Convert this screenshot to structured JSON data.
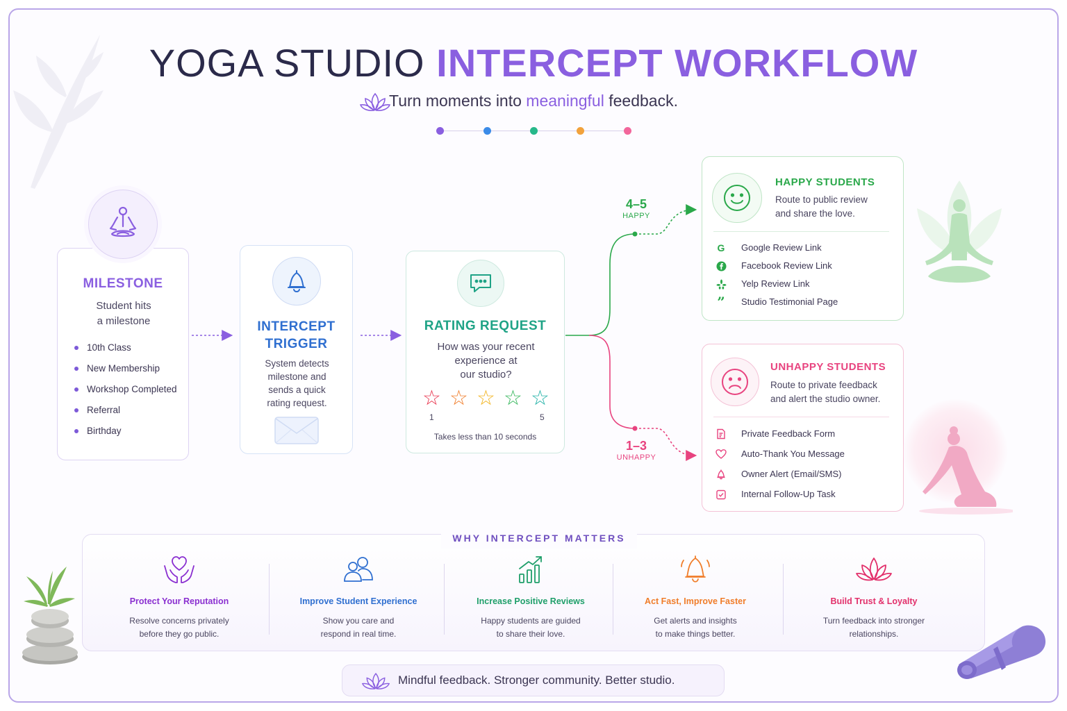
{
  "header": {
    "title_part1": "YOGA STUDIO ",
    "title_part2": "INTERCEPT WORKFLOW",
    "subtitle_part1": "Turn moments into ",
    "subtitle_accent": "meaningful",
    "subtitle_part2": " feedback.",
    "dot_colors": [
      "#8a5fe0",
      "#3b8be8",
      "#26b88a",
      "#f2a23c",
      "#f2669b"
    ]
  },
  "milestone": {
    "icon": "meditation-figure-icon",
    "title": "MILESTONE",
    "desc_line1": "Student hits",
    "desc_line2": "a milestone",
    "items": [
      "10th Class",
      "New Membership",
      "Workshop Completed",
      "Referral",
      "Birthday"
    ]
  },
  "trigger": {
    "icon": "bell-icon",
    "title_line1": "INTERCEPT",
    "title_line2": "TRIGGER",
    "desc_line1": "System detects",
    "desc_line2": "milestone and",
    "desc_line3": "sends a quick",
    "desc_line4": "rating request."
  },
  "rating": {
    "icon": "chat-bubble-icon",
    "title": "RATING REQUEST",
    "question_line1": "How was your recent",
    "question_line2": "experience at",
    "question_line3": "our studio?",
    "star_colors": [
      "#e8364f",
      "#f07d2a",
      "#f2b31c",
      "#34b65a",
      "#1fb0a6"
    ],
    "scale_min": "1",
    "scale_max": "5",
    "note": "Takes less than 10 seconds"
  },
  "branches": {
    "happy_range": "4–5",
    "happy_label": "HAPPY",
    "unhappy_range": "1–3",
    "unhappy_label": "UNHAPPY"
  },
  "happy": {
    "icon": "smiley-face-icon",
    "title": "HAPPY STUDENTS",
    "desc_line1": "Route to public review",
    "desc_line2": "and share the love.",
    "color": "#2aa84a",
    "links": [
      "Google Review Link",
      "Facebook Review Link",
      "Yelp Review Link",
      "Studio Testimonial Page"
    ]
  },
  "unhappy": {
    "icon": "sad-face-icon",
    "title": "UNHAPPY STUDENTS",
    "desc_line1": "Route to private feedback",
    "desc_line2": "and alert the studio owner.",
    "color": "#e8437f",
    "actions": [
      "Private Feedback Form",
      "Auto-Thank You Message",
      "Owner Alert (Email/SMS)",
      "Internal Follow-Up Task"
    ]
  },
  "why": {
    "title": "WHY INTERCEPT MATTERS",
    "benefits": [
      {
        "title": "Protect Your Reputation",
        "desc_line1": "Resolve concerns privately",
        "desc_line2": "before they go public.",
        "color": "#8a2fd0",
        "icon": "heart-hands-icon"
      },
      {
        "title": "Improve Student Experience",
        "desc_line1": "Show you care and",
        "desc_line2": "respond in real time.",
        "color": "#2f6fd0",
        "icon": "people-icon"
      },
      {
        "title": "Increase Positive Reviews",
        "desc_line1": "Happy students are guided",
        "desc_line2": "to share their love.",
        "color": "#1f9f6a",
        "icon": "growth-chart-icon"
      },
      {
        "title": "Act Fast, Improve Faster",
        "desc_line1": "Get alerts and insights",
        "desc_line2": "to make things better.",
        "color": "#f07d2a",
        "icon": "alarm-bell-icon"
      },
      {
        "title": "Build Trust & Loyalty",
        "desc_line1": "Turn feedback into stronger",
        "desc_line2": "relationships.",
        "color": "#e2306b",
        "icon": "lotus-icon"
      }
    ]
  },
  "footer": {
    "text": "Mindful feedback. Stronger community. Better studio."
  }
}
